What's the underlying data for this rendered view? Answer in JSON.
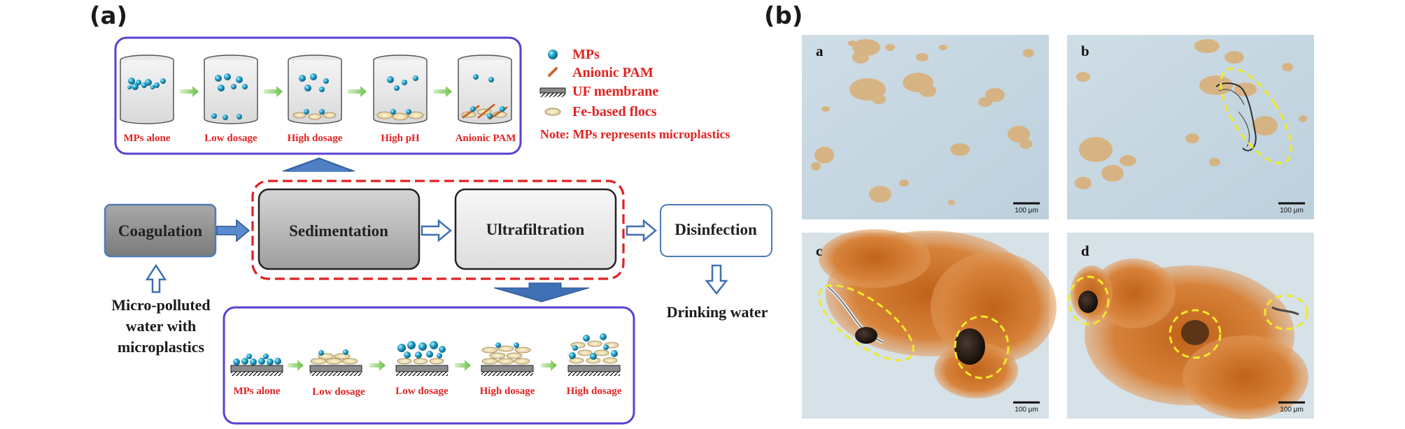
{
  "panel_a": {
    "letter": "(a)",
    "top_row_captions": [
      "MPs alone",
      "Low dosage",
      "High dosage",
      "High pH",
      "Anionic PAM"
    ],
    "legend": [
      {
        "icon": "mp-particle-icon",
        "label": "MPs"
      },
      {
        "icon": "anionic-pam-icon",
        "label": "Anionic PAM"
      },
      {
        "icon": "uf-membrane-icon",
        "label": "UF membrane"
      },
      {
        "icon": "fe-floc-icon",
        "label": "Fe-based flocs"
      }
    ],
    "note": "Note: MPs represents microplastics",
    "process": {
      "coagulation": "Coagulation",
      "sedimentation": "Sedimentation",
      "ultrafiltration": "Ultrafiltration",
      "disinfection": "Disinfection"
    },
    "input_lines": [
      "Micro-polluted",
      "water with",
      "microplastics"
    ],
    "output": "Drinking water",
    "bottom_row_captions": [
      "MPs alone",
      "Low dosage",
      "Low dosage",
      "High dosage",
      "High dosage"
    ],
    "colors": {
      "frame": "#5b3fd0",
      "dash": "#e02020",
      "arrow": "#3f6fb4",
      "caption": "#e32222",
      "particle": "#2a9bbf"
    }
  },
  "panel_b": {
    "letter": "(b)",
    "images": [
      {
        "label": "a",
        "scale": "100 μm"
      },
      {
        "label": "b",
        "scale": "100 μm"
      },
      {
        "label": "c",
        "scale": "100 μm"
      },
      {
        "label": "d",
        "scale": "100 μm"
      }
    ]
  }
}
